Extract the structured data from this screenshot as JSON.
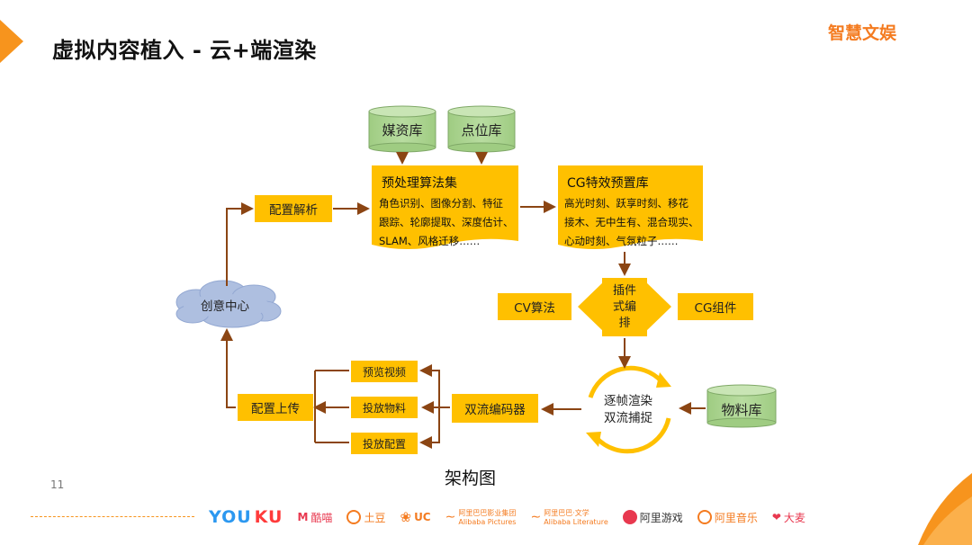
{
  "header": {
    "title": "虚拟内容植入 - 云+端渲染",
    "brand": "智慧文娱"
  },
  "diagram": {
    "db_media": "媒资库",
    "db_points": "点位库",
    "db_materials": "物料库",
    "preprocess": {
      "title": "预处理算法集",
      "lines": [
        "角色识别、图像分割、特征",
        "跟踪、轮廓提取、深度估计、",
        "SLAM、风格迁移……"
      ]
    },
    "cg_presets": {
      "title": "CG特效预置库",
      "lines": [
        "高光时刻、跃享时刻、移花",
        "接木、无中生有、混合现实、",
        "心动时刻、气氛粒子……"
      ]
    },
    "config_parse": "配置解析",
    "creative_center": "创意中心",
    "plugin_edit": [
      "插件",
      "式编",
      "排"
    ],
    "cv_algo": "CV算法",
    "cg_component": "CG组件",
    "render_capture": [
      "逐帧渲染",
      "双流捕捉"
    ],
    "dual_encoder": "双流编码器",
    "outputs": [
      "预览视频",
      "投放物料",
      "投放配置"
    ],
    "config_upload": "配置上传"
  },
  "footer": {
    "page_number": "11",
    "caption": "架构图",
    "logos": [
      "YOUKU",
      "酷喵",
      "土豆",
      "UC",
      "阿里巴巴影业集团 Alibaba Pictures",
      "阿里巴巴·文学 Alibaba Literature",
      "阿里游戏",
      "阿里音乐",
      "大麦"
    ]
  },
  "colors": {
    "accent_orange": "#f7941d",
    "box_yellow": "#ffc000",
    "db_green": "#a9d18e",
    "arrow_brown": "#8b4513",
    "cloud_blue": "#aebfe0"
  }
}
